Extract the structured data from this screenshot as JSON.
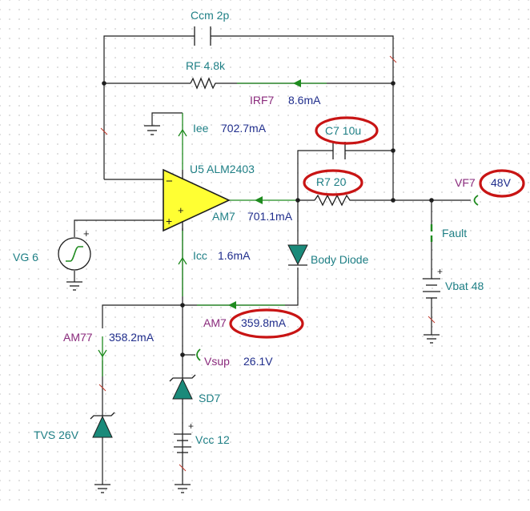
{
  "components": {
    "ccm": "Ccm 2p",
    "rf": "RF 4.8k",
    "irf_name": "IRF7",
    "irf_value": "8.6mA",
    "iee_name": "Iee",
    "iee_value": "702.7mA",
    "c7": "C7 10u",
    "opamp": "U5 ALM2403",
    "r7": "R7 20",
    "vf_name": "VF7",
    "vf_value": "48V",
    "am7_name": "AM7",
    "am7_value": "701.1mA",
    "vg": "VG 6",
    "icc_name": "Icc",
    "icc_value": "1.6mA",
    "body_diode": "Body Diode",
    "fault": "Fault",
    "vbat": "Vbat 48",
    "am7b_name": "AM7",
    "am7b_value": "359.8mA",
    "am77_name": "AM77",
    "am77_value": "358.2mA",
    "vsup_name": "Vsup",
    "vsup_value": "26.1V",
    "sd7": "SD7",
    "tvs": "TVS 26V",
    "vcc": "Vcc 12"
  },
  "symbols": {
    "opamp_minus": "−",
    "opamp_plus": "+",
    "source_plus": "+"
  },
  "colors": {
    "component_label": "#1e7f85",
    "value_label": "#1f2d8c",
    "meter_label": "#8a2a7c",
    "highlight": "#c81414",
    "opamp_fill": "#ffff33",
    "green_element": "#1f8b1f"
  }
}
